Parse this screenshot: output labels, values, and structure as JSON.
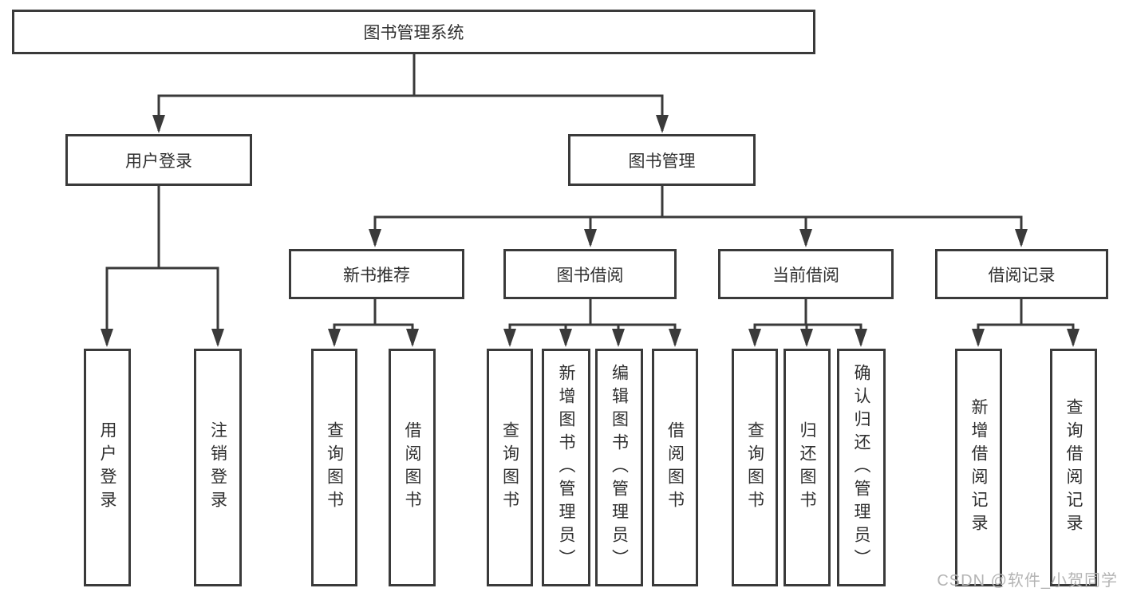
{
  "diagram": {
    "title": "图书管理系统",
    "level2": [
      {
        "label": "用户登录",
        "leaves": [
          "用户登录",
          "注销登录"
        ]
      },
      {
        "label": "图书管理",
        "modules": [
          {
            "label": "新书推荐",
            "leaves": [
              "查询图书",
              "借阅图书"
            ]
          },
          {
            "label": "图书借阅",
            "leaves": [
              "查询图书",
              "新增图书（管理员）",
              "编辑图书（管理员）",
              "借阅图书"
            ]
          },
          {
            "label": "当前借阅",
            "leaves": [
              "查询图书",
              "归还图书",
              "确认归还（管理员）"
            ]
          },
          {
            "label": "借阅记录",
            "leaves": [
              "新增借阅记录",
              "查询借阅记录"
            ]
          }
        ]
      }
    ]
  },
  "watermark": {
    "text": "CSDN @软件_小贺同学"
  },
  "colors": {
    "line": "#3a3a3a",
    "text": "#2f2f2f",
    "watermark": "#b4b4b4",
    "background": "#ffffff"
  }
}
